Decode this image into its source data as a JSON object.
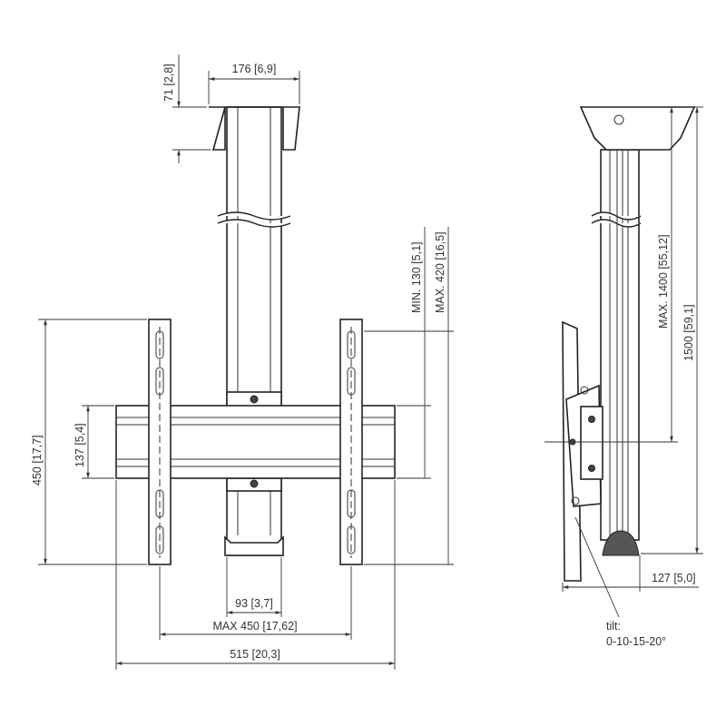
{
  "front_view": {
    "ceiling_plate_depth": "71 [2,8]",
    "ceiling_plate_width": "176 [6,9]",
    "min_vertical_offset": "MIN. 130 [5,1]",
    "max_vertical_offset": "MAX. 420 [16,5]",
    "rail_height": "450 [17,7]",
    "crossbar_height": "137 [5,4]",
    "column_width": "93 [3,7]",
    "max_rail_spacing": "MAX 450 [17,62]",
    "crossbar_width": "515 [20,3]"
  },
  "side_view": {
    "max_drop": "MAX. 1400 [55,12]",
    "total_height": "1500 [59,1]",
    "depth": "127 [5,0]",
    "tilt_label": "tilt:",
    "tilt_values": "0-10-15-20°"
  },
  "colors": {
    "line": "#222222",
    "dimension": "#333333"
  }
}
